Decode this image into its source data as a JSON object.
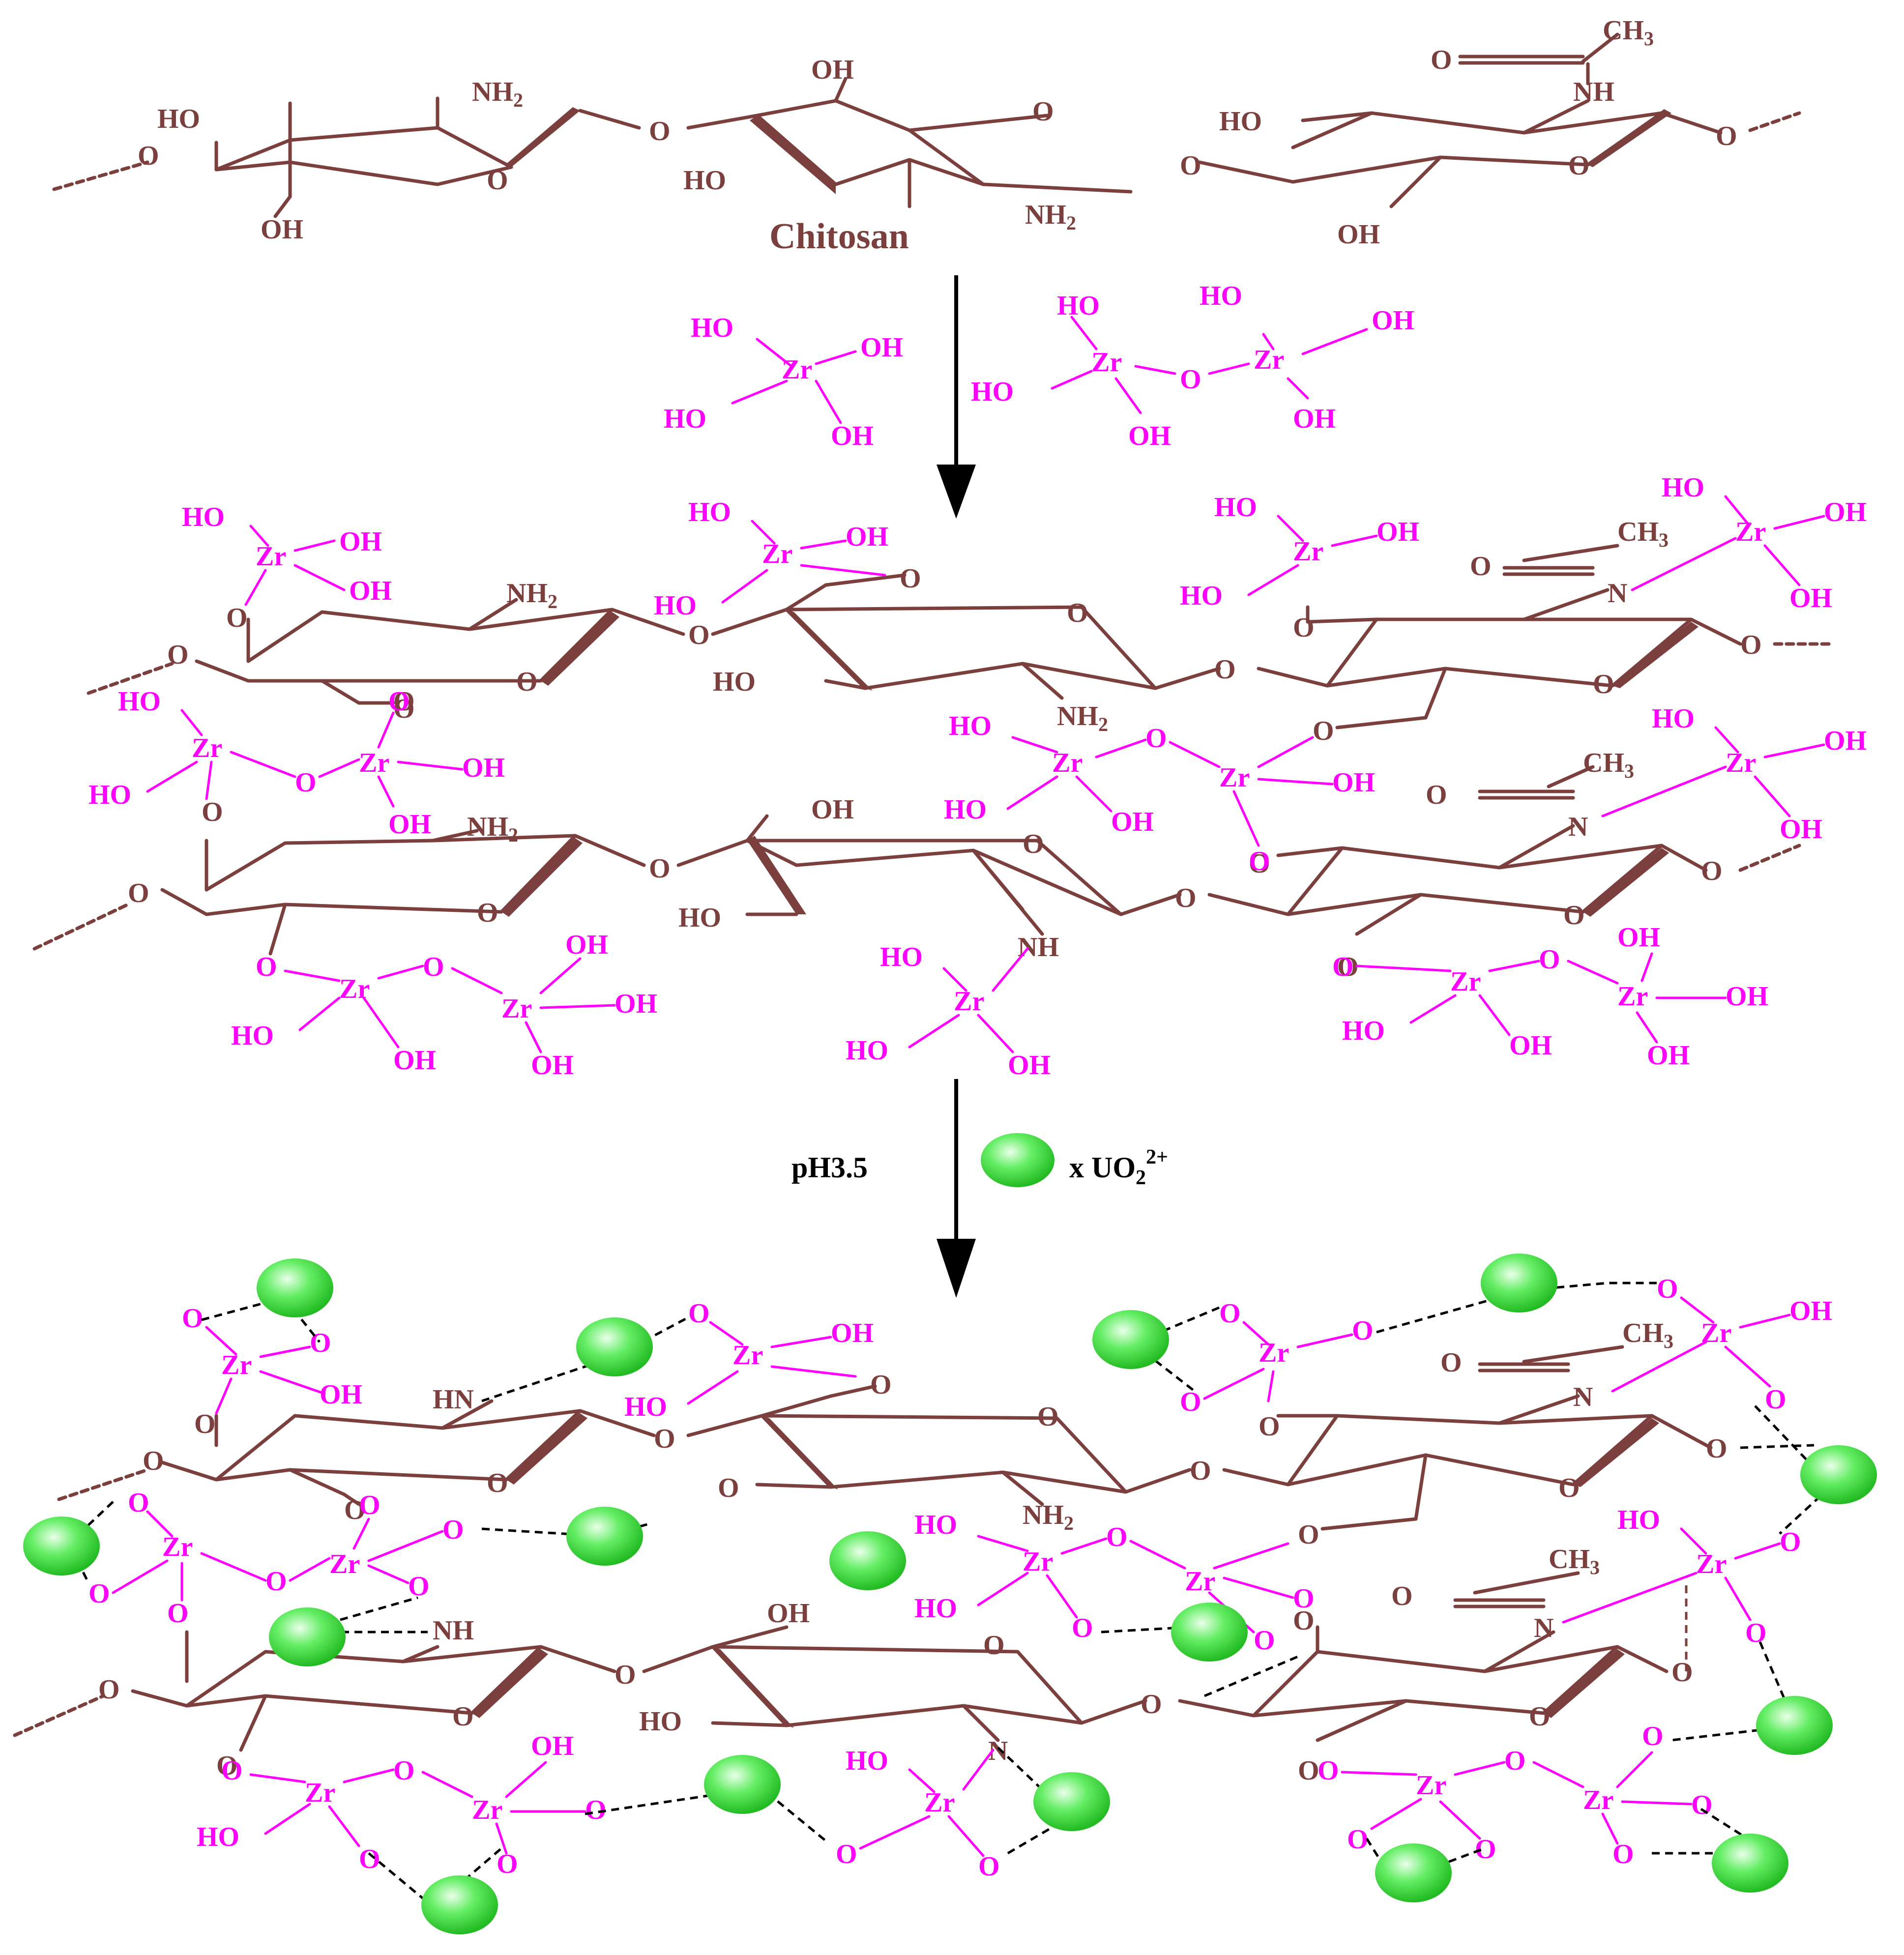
{
  "title": "Chitosan",
  "step2": {
    "condition": "pH3.5",
    "ion_prefix": "x UO",
    "ion_sub": "2",
    "ion_sup": "2+"
  },
  "labels": {
    "nh2": "NH",
    "nh2_sub": "2",
    "oh": "OH",
    "ho": "HO",
    "o": "O",
    "zr": "Zr",
    "nh": "NH",
    "hn": "HN",
    "n": "N",
    "c_eq_o": "O",
    "ch3": "CH",
    "ch3_sub": "3"
  },
  "colors": {
    "chitosan": "#7b3f3d",
    "zirconium": "#ff00ff",
    "uranyl": "#33dd33",
    "arrow": "#000000"
  }
}
